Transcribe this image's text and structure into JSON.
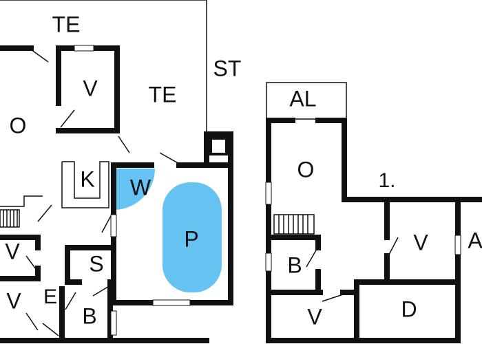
{
  "colors": {
    "water": "#66c2f0",
    "wall": "#111111",
    "background": "#ffffff"
  },
  "labels": {
    "terrace_top": "TE",
    "terrace_mid": "TE",
    "storage": "ST",
    "living_room_main": "O",
    "bedroom_top": "V",
    "kitchen": "K",
    "wc_top": "W",
    "pool": "P",
    "sauna": "S",
    "bedroom_left_mid": "V",
    "bedroom_left_bottom": "V",
    "entrance": "E",
    "bathroom_main": "B",
    "balcony": "AL",
    "living_room_upper": "O",
    "floor_marker": "1.",
    "bedroom_right": "V",
    "bathroom_upper": "B",
    "bedroom_upper_bottom": "V",
    "dressing": "D",
    "edge_label": "A"
  }
}
